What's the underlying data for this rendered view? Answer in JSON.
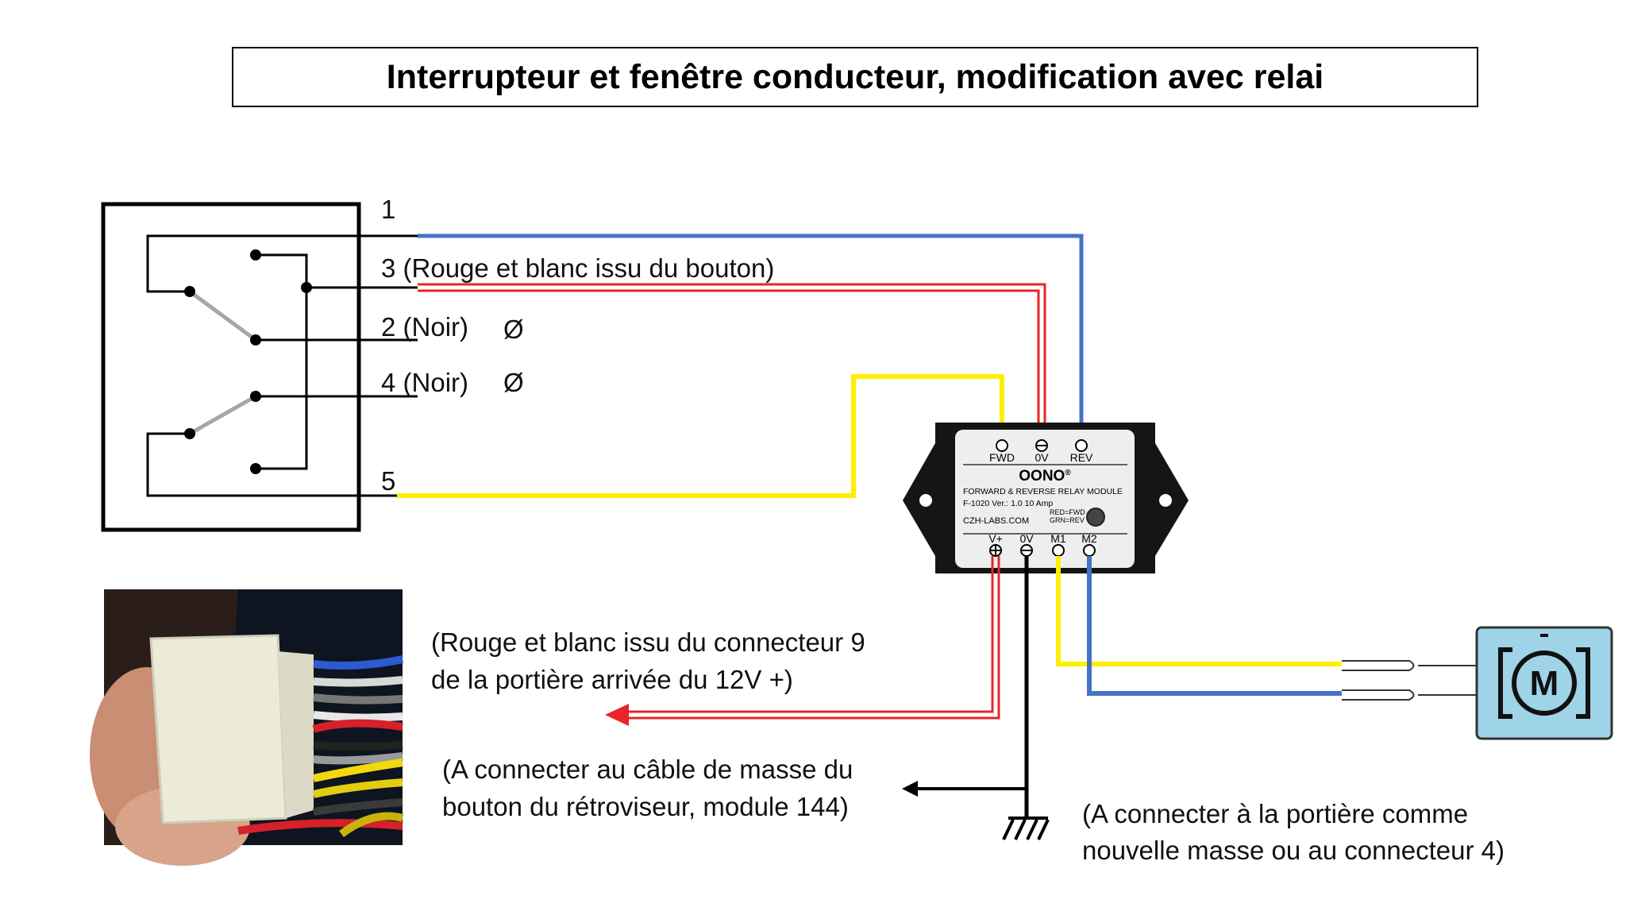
{
  "title": "Interrupteur et fenêtre conducteur, modification avec relai",
  "pins": {
    "p1": "1",
    "p3": "3 (Rouge et blanc issu du bouton)",
    "p2": "2 (Noir)",
    "p4": "4 (Noir)",
    "p5": "5",
    "na_symbol": "Ø"
  },
  "relay": {
    "top_terminals": [
      "FWD",
      "0V",
      "REV"
    ],
    "brand": "OONO",
    "brand_mark": "®",
    "line1": "FORWARD & REVERSE RELAY MODULE",
    "line2": "F-1020 Ver.: 1.0   10 Amp",
    "line3": "CZH-LABS.COM",
    "led_legend_1": "RED=FWD",
    "led_legend_2": "GRN=REV",
    "bottom_terminals": [
      "V+",
      "0V",
      "M1",
      "M2"
    ]
  },
  "notes": {
    "supply_1": "(Rouge et blanc issu du connecteur 9",
    "supply_2": "de la portière arrivée du 12V +)",
    "ground_1": "(A connecter au câble de masse du",
    "ground_2": "bouton du rétroviseur, module 144)",
    "door_1": "(A connecter à la portière comme",
    "door_2": "nouvelle masse ou au connecteur 4)"
  },
  "motor_symbol": "M",
  "colors": {
    "blue_wire": "#4472c4",
    "red_wire": "#e8252a",
    "yellow_wire": "#ffee00",
    "motor_fill": "#9fd3e8",
    "relay_body": "#151515"
  }
}
